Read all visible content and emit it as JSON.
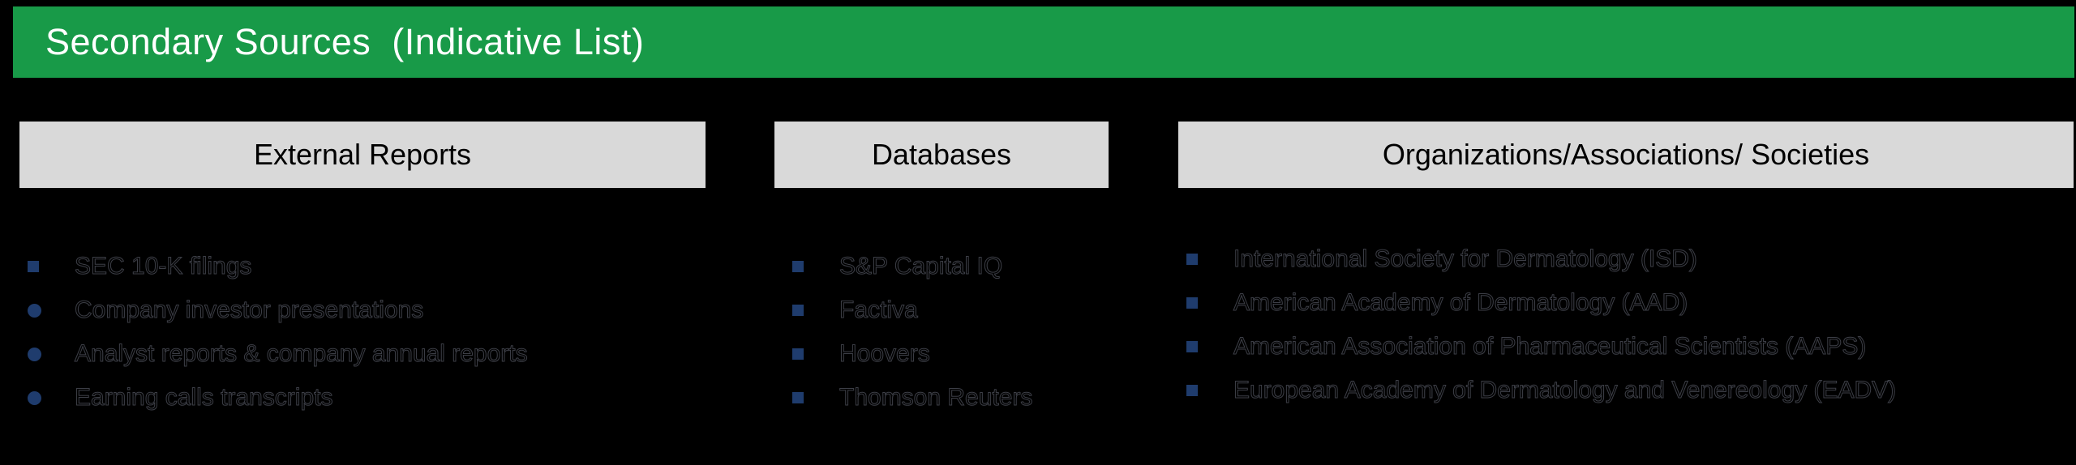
{
  "page": {
    "background": "#000000"
  },
  "title_bar": {
    "label": "Secondary Sources  (Indicative List)",
    "background": "#189a48",
    "text_color": "#ffffff"
  },
  "colors": {
    "column_header_background": "#d9d9d9",
    "column_header_text": "#000000",
    "bullet_navy": "#1f3c6d",
    "body_text_outline": "#3c3e46"
  },
  "columns": [
    {
      "header": "External Reports",
      "items": [
        {
          "text": "SEC 10-K filings",
          "marker": "square"
        },
        {
          "text": "Company investor presentations",
          "marker": "circle"
        },
        {
          "text": "Analyst reports & company annual reports",
          "marker": "circle"
        },
        {
          "text": "Earning calls transcripts",
          "marker": "circle"
        }
      ]
    },
    {
      "header": "Databases",
      "items": [
        {
          "text": "S&P Capital IQ",
          "marker": "square"
        },
        {
          "text": "Factiva",
          "marker": "square"
        },
        {
          "text": "Hoovers",
          "marker": "square"
        },
        {
          "text": "Thomson Reuters",
          "marker": "square"
        }
      ]
    },
    {
      "header": "Organizations/Associations/ Societies",
      "items": [
        {
          "text": "International Society for Dermatology (ISD)",
          "marker": "square"
        },
        {
          "text": "American Academy of Dermatology (AAD)",
          "marker": "square"
        },
        {
          "text": "American Association of Pharmaceutical Scientists (AAPS)",
          "marker": "square"
        },
        {
          "text": "European Academy of Dermatology and Venereology (EADV)",
          "marker": "square"
        }
      ]
    }
  ]
}
